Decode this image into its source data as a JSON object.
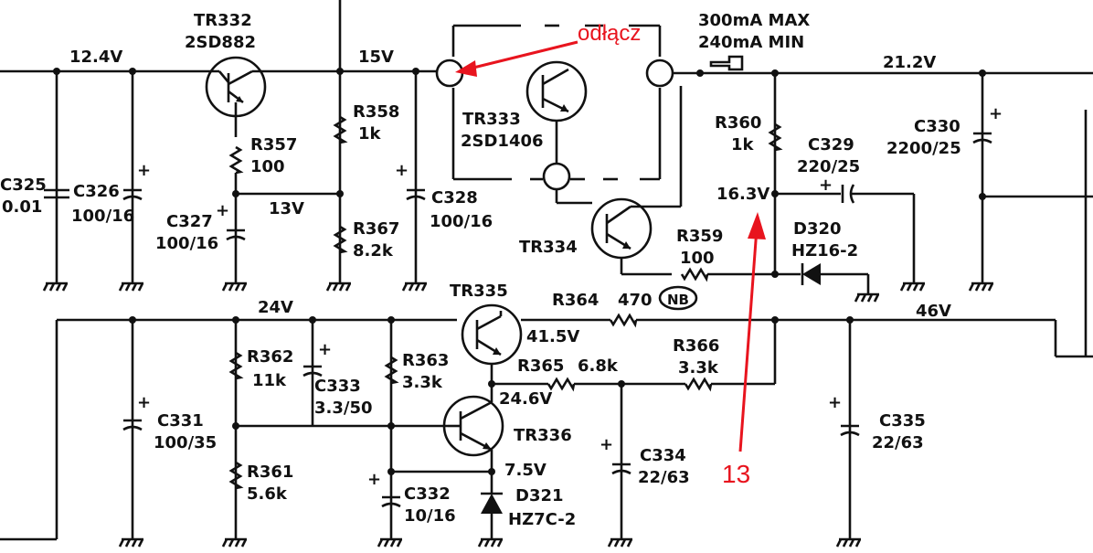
{
  "labels": {
    "tr332": "TR332",
    "tr332_type": "2SD882",
    "v12_4": "12.4V",
    "v15": "15V",
    "r358": "R358",
    "r358_val": "1k",
    "r357": "R357",
    "r357_val": "100",
    "v13": "13V",
    "c325": "C325",
    "c325_val": "0.01",
    "c326": "C326",
    "c326_val": "100/16",
    "c327": "C327",
    "c327_val": "100/16",
    "c328": "C328",
    "c328_val": "100/16",
    "r367": "R367",
    "r367_val": "8.2k",
    "tr333": "TR333",
    "tr333_type": "2SD1406",
    "tr334": "TR334",
    "current_max": "300mA MAX",
    "current_min": "240mA MIN",
    "v21_2": "21.2V",
    "r360": "R360",
    "r360_val": "1k",
    "c329": "C329",
    "c329_val": "220/25",
    "c330": "C330",
    "c330_val": "2200/25",
    "v16_3": "16.3V",
    "d320": "D320",
    "d320_type": "HZ16-2",
    "r359": "R359",
    "r359_val": "100",
    "tr335": "TR335",
    "r364": "R364",
    "r364_val": "470",
    "nb": "NB",
    "v24": "24V",
    "v46": "46V",
    "v41_5": "41.5V",
    "r362": "R362",
    "r362_val": "11k",
    "c333": "C333",
    "c333_val": "3.3/50",
    "r363": "R363",
    "r363_val": "3.3k",
    "r365": "R365",
    "r365_val": "6.8k",
    "r366": "R366",
    "r366_val": "3.3k",
    "v24_6": "24.6V",
    "tr336": "TR336",
    "c331": "C331",
    "c331_val": "100/35",
    "r361": "R361",
    "r361_val": "5.6k",
    "c332": "C332",
    "c332_val": "10/16",
    "v7_5": "7.5V",
    "d321": "D321",
    "d321_type": "HZ7C-2",
    "c334": "C334",
    "c334_val": "22/63",
    "c335": "C335",
    "c335_val": "22/63",
    "plus": "+"
  },
  "annotations": {
    "disconnect": "odłącz",
    "number": "13"
  },
  "colors": {
    "ink": "#111111",
    "annotation": "#e8141e"
  }
}
